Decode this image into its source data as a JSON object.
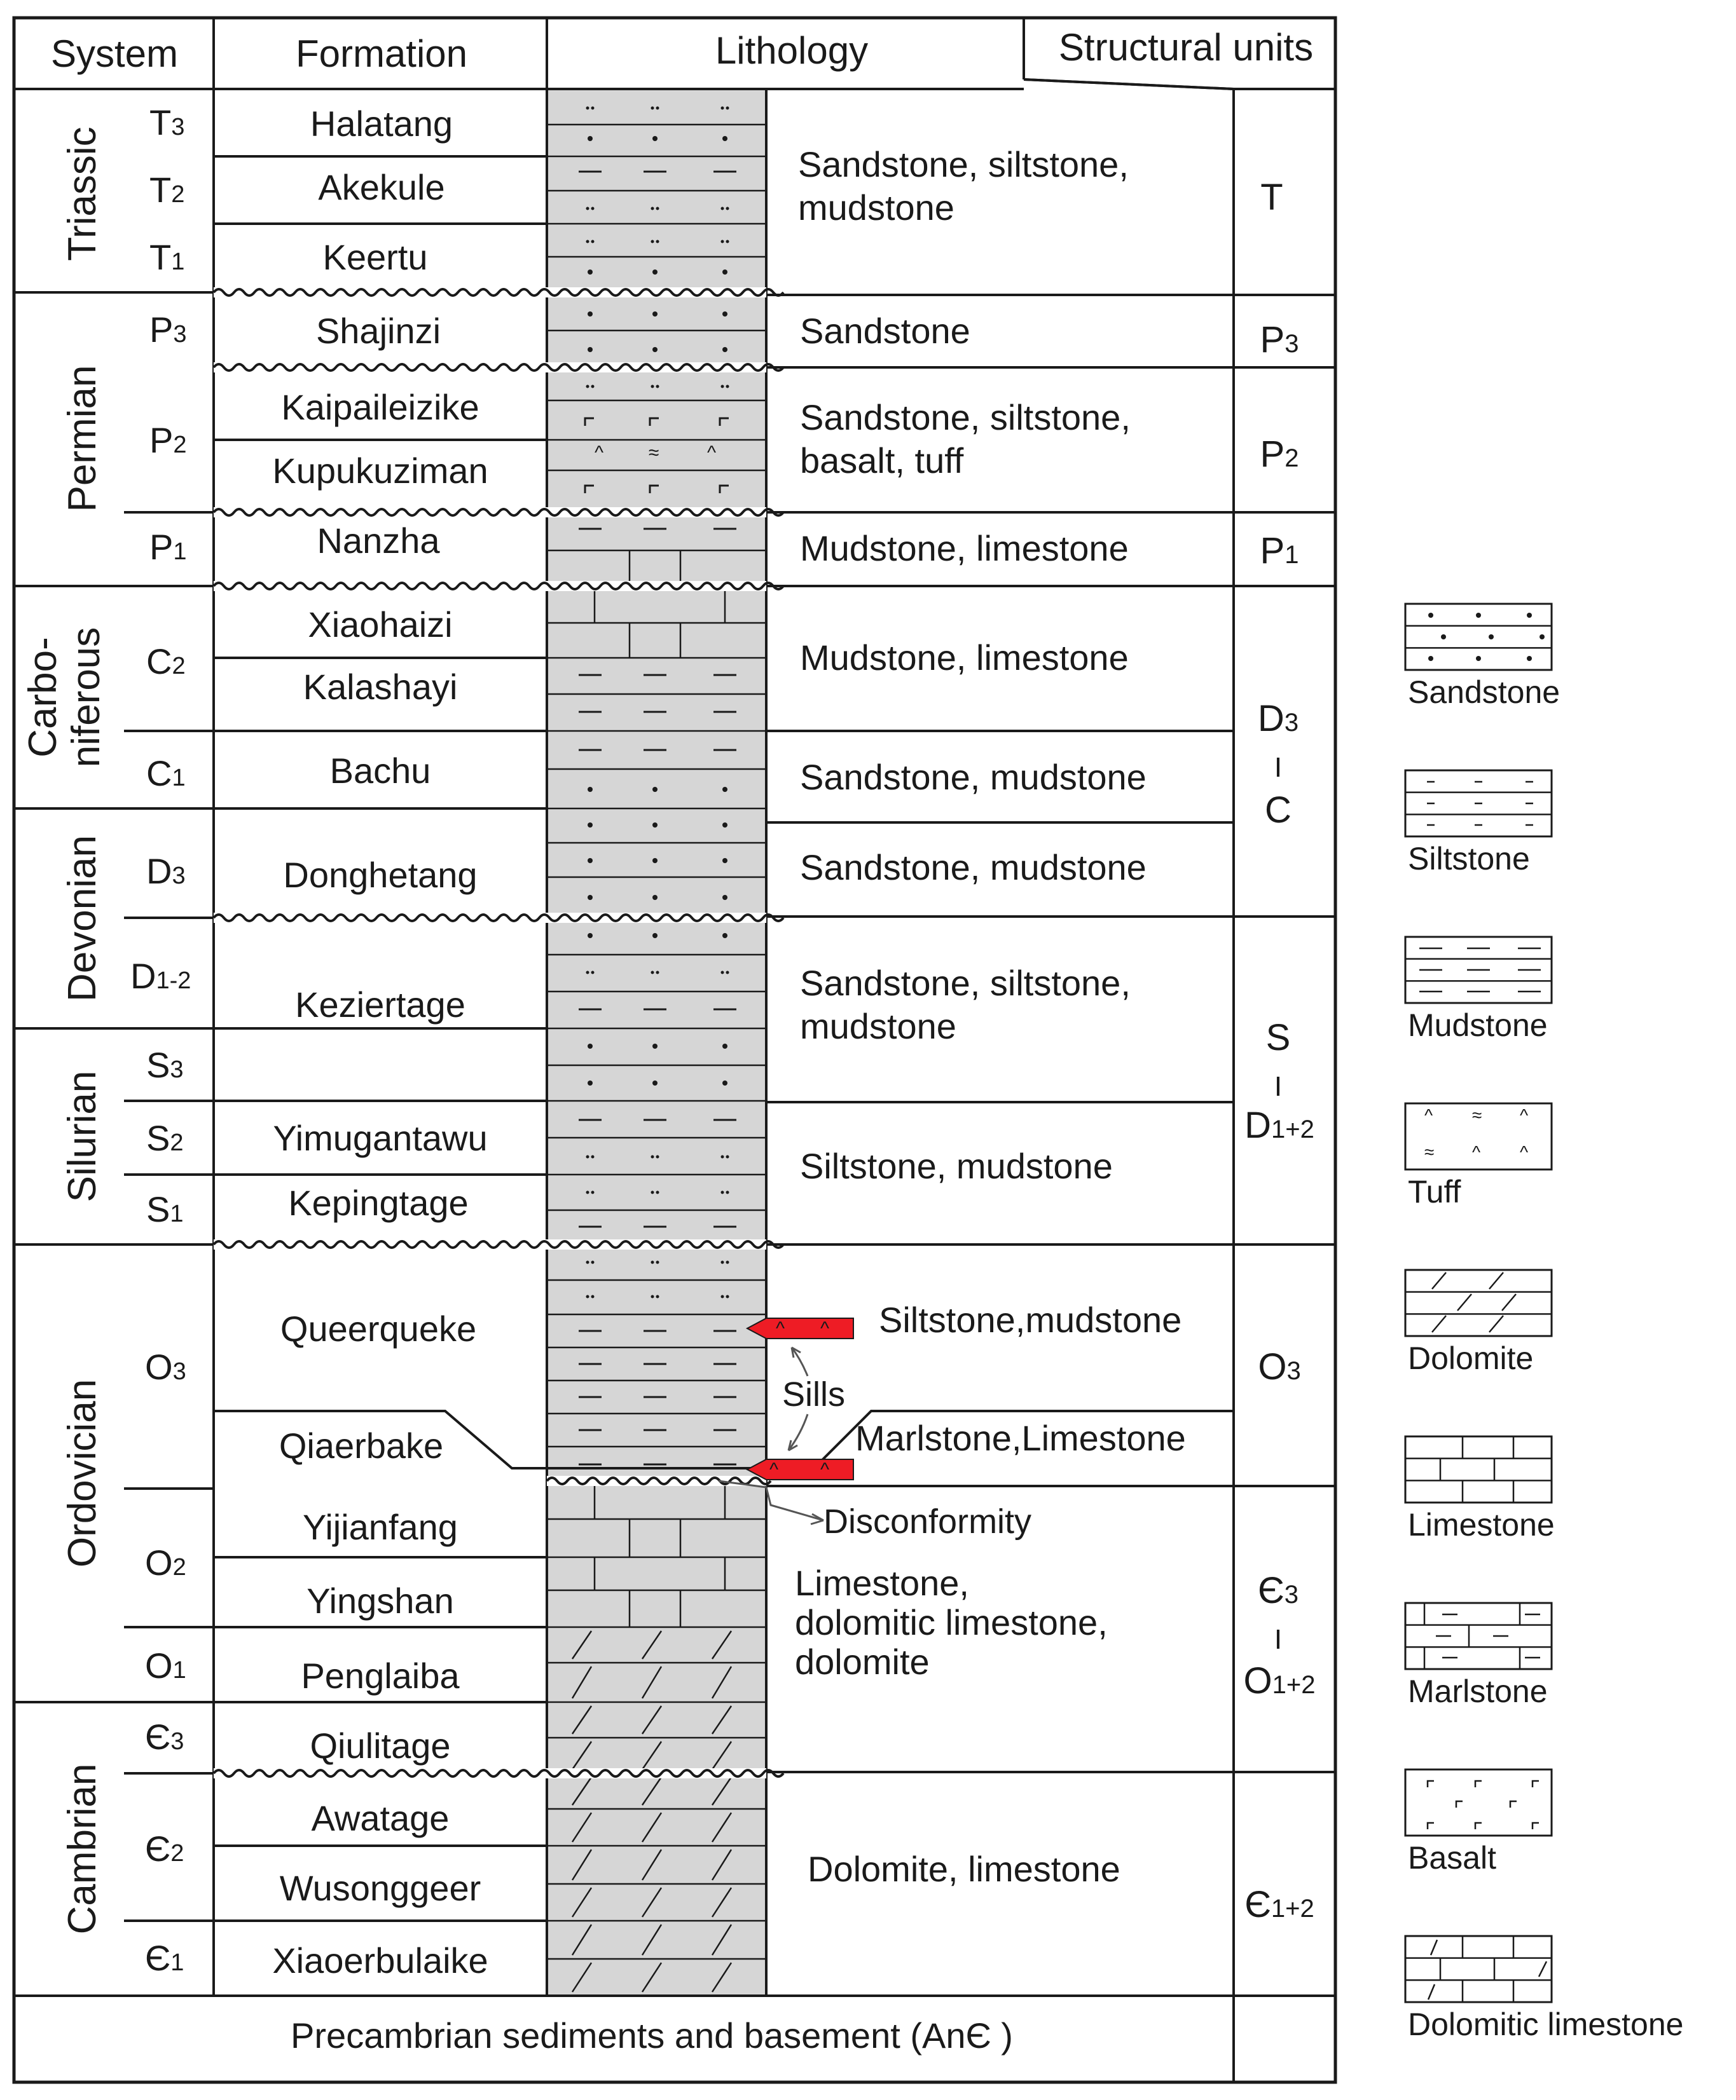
{
  "headers": {
    "system": "System",
    "formation": "Formation",
    "lithology": "Lithology",
    "structural_units": "Structural units"
  },
  "systems": [
    "Triassic",
    "Permian",
    "Carbo-",
    "niferous",
    "Devonian",
    "Silurian",
    "Ordovician",
    "Cambrian"
  ],
  "series": [
    {
      "base": "T",
      "sub": "3"
    },
    {
      "base": "T",
      "sub": "2"
    },
    {
      "base": "T",
      "sub": "1"
    },
    {
      "base": "P",
      "sub": "3"
    },
    {
      "base": "P",
      "sub": "2"
    },
    {
      "base": "P",
      "sub": "1"
    },
    {
      "base": "C",
      "sub": "2"
    },
    {
      "base": "C",
      "sub": "1"
    },
    {
      "base": "D",
      "sub": "3"
    },
    {
      "base": "D",
      "sub": "1-2"
    },
    {
      "base": "S",
      "sub": "3"
    },
    {
      "base": "S",
      "sub": "2"
    },
    {
      "base": "S",
      "sub": "1"
    },
    {
      "base": "O",
      "sub": "3"
    },
    {
      "base": "O",
      "sub": "2"
    },
    {
      "base": "O",
      "sub": "1"
    },
    {
      "base": "Є",
      "sub": "3"
    },
    {
      "base": "Є",
      "sub": "2"
    },
    {
      "base": "Є",
      "sub": "1"
    }
  ],
  "formations": [
    "Halatang",
    "Akekule",
    "Keertu",
    "Shajinzi",
    "Kaipaileizike",
    "Kupukuziman",
    "Nanzha",
    "Xiaohaizi",
    "Kalashayi",
    "Bachu",
    "Donghetang",
    "Keziertage",
    "Yimugantawu",
    "Kepingtage",
    "Queerqueke",
    "Qiaerbake",
    "Yijianfang",
    "Yingshan",
    "Penglaiba",
    "Qiulitage",
    "Awatage",
    "Wusonggeer",
    "Xiaoerbulaike"
  ],
  "descriptions": [
    "Sandstone, siltstone,",
    "mudstone",
    "Sandstone",
    "Sandstone, siltstone,",
    "basalt, tuff",
    "Mudstone, limestone",
    "Mudstone, limestone",
    "Sandstone, mudstone",
    "Sandstone, mudstone",
    "Sandstone, siltstone,",
    "mudstone",
    "Siltstone, mudstone",
    "Siltstone,mudstone",
    "Marlstone,Limestone",
    "Limestone,",
    "dolomitic limestone,",
    "dolomite",
    "Dolomite, limestone"
  ],
  "annotations": {
    "sills": "Sills",
    "disconformity": "Disconformity"
  },
  "structural_units": [
    {
      "base": "T",
      "sub": ""
    },
    {
      "base": "P",
      "sub": "3"
    },
    {
      "base": "P",
      "sub": "2"
    },
    {
      "base": "P",
      "sub": "1"
    },
    {
      "base": "D",
      "sub": "3"
    },
    {
      "base": "I",
      "sub": ""
    },
    {
      "base": "C",
      "sub": ""
    },
    {
      "base": "S",
      "sub": ""
    },
    {
      "base": "I",
      "sub": ""
    },
    {
      "base": "D",
      "sub": "1+2"
    },
    {
      "base": "O",
      "sub": "3"
    },
    {
      "base": "Є",
      "sub": "3"
    },
    {
      "base": "I",
      "sub": ""
    },
    {
      "base": "O",
      "sub": "1+2"
    },
    {
      "base": "Є",
      "sub": "1+2"
    }
  ],
  "basement": "Precambrian sediments and basement (AnЄ )",
  "legend": [
    "Sandstone",
    "Siltstone",
    "Mudstone",
    "Tuff",
    "Dolomite",
    "Limestone",
    "Marlstone",
    "Basalt",
    "Dolomitic limestone"
  ],
  "colors": {
    "line": "#1a1a1a",
    "column_fill": "#d6d6d6",
    "sill_fill": "#ee1c25"
  }
}
